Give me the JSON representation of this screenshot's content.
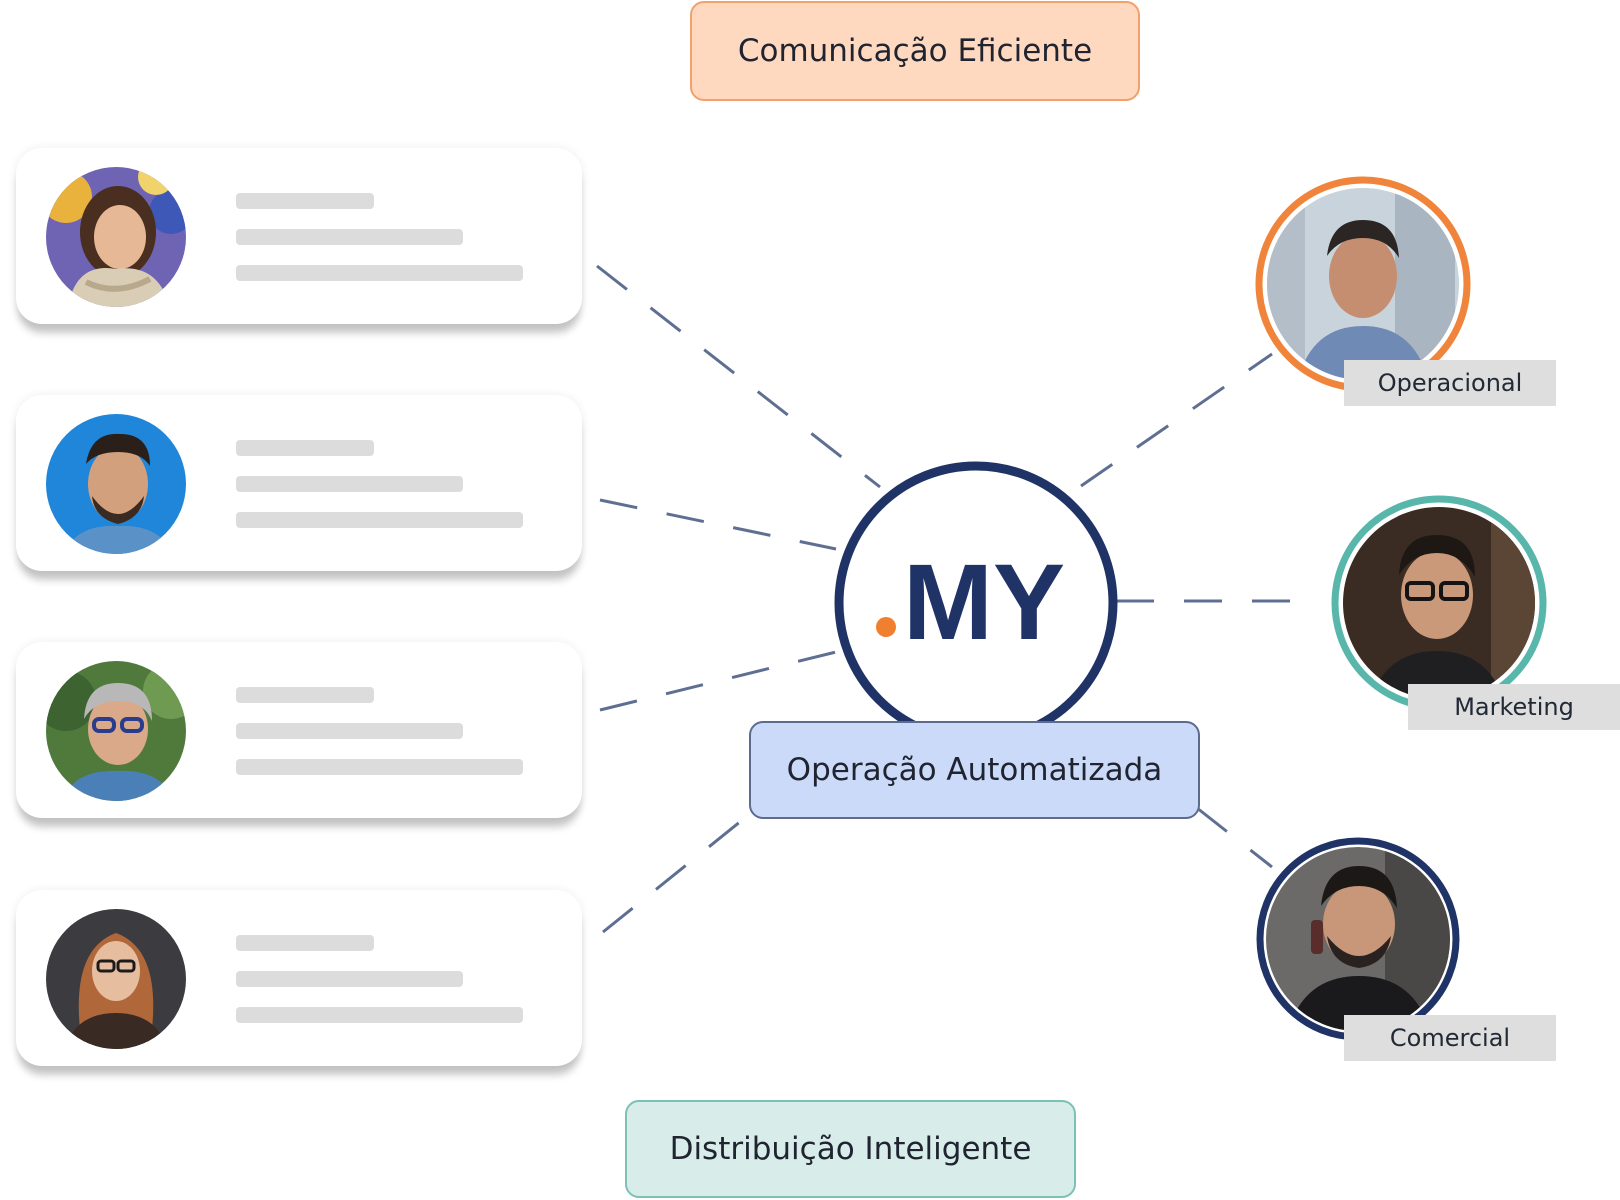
{
  "headings": {
    "top": "Comunicação Eficiente",
    "center": "Operação Automatizada",
    "bottom": "Distribuição Inteligente"
  },
  "logo": {
    "text": "MY",
    "dot_color": "#f07f2f",
    "text_color": "#1f3366"
  },
  "contacts": [
    {
      "avatar": "contact-avatar-woman-scarf"
    },
    {
      "avatar": "contact-avatar-man-beard"
    },
    {
      "avatar": "contact-avatar-older-man-glasses"
    },
    {
      "avatar": "contact-avatar-woman-glasses"
    }
  ],
  "teams": [
    {
      "label": "Operacional",
      "ring_color": "#f0843a"
    },
    {
      "label": "Marketing",
      "ring_color": "#58b7aa"
    },
    {
      "label": "Comercial",
      "ring_color": "#1f3366"
    }
  ],
  "colors": {
    "connector": "#5e6f92",
    "top_pill": "#fed9c0",
    "center_pill": "#ccdaf9",
    "bottom_pill": "#d8ede9"
  }
}
